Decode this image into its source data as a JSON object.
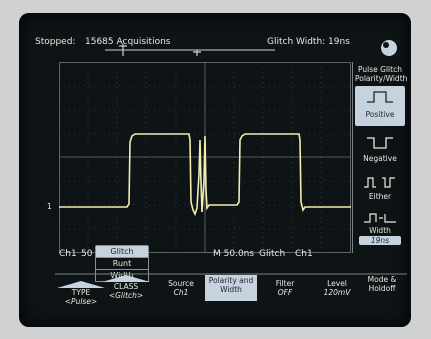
{
  "status": {
    "state": "Stopped:",
    "acquisitions": "15685 Acquisitions",
    "glitch_width": "Glitch Width: 19ns"
  },
  "side_menu": {
    "title_line1": "Pulse Glitch",
    "title_line2": "Polarity/Width",
    "positive": "Positive",
    "negative": "Negative",
    "either": "Either",
    "width_label": "Width",
    "width_value": "19ns"
  },
  "readout": {
    "ch1": "Ch1",
    "ch1_scale": "50",
    "timebase": "M 50.0ns",
    "trigger": "Glitch",
    "trigger_source": "Ch1",
    "level_marker": "1"
  },
  "class_popup": {
    "items": [
      "Glitch",
      "Runt",
      "Width"
    ],
    "selected": "Glitch"
  },
  "bottom_menu": [
    {
      "label": "Type",
      "value": "<Pulse>"
    },
    {
      "label": "Class",
      "value": "<Glitch>"
    },
    {
      "label": "Source",
      "value": "Ch1"
    },
    {
      "label": "Polarity and Width",
      "value": ""
    },
    {
      "label": "Filter",
      "value": "OFF"
    },
    {
      "label": "Level",
      "value": "120mV"
    },
    {
      "label": "Mode & Holdoff",
      "value": ""
    }
  ],
  "colors": {
    "trace": "#f2ecb0",
    "screen": "#0e1316",
    "highlight": "#c6d3df",
    "text": "#e7eadf"
  }
}
